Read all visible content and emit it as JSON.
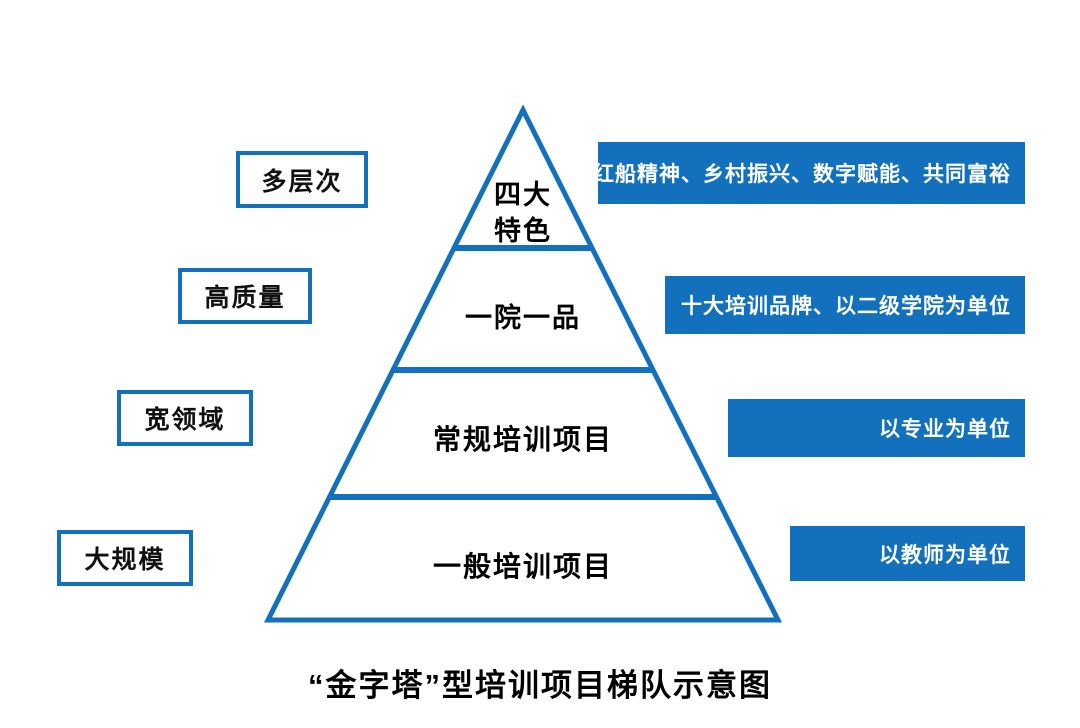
{
  "colors": {
    "accent_blue": "#1270bd",
    "pyramid_fill": "#ffffff",
    "text": "#111111",
    "blue_box_text": "#ffffff",
    "background": "#ffffff"
  },
  "diagram": {
    "title": "“金字塔”型培训项目梯队示意图",
    "pyramid_levels": [
      {
        "label": "四大特色",
        "display_lines": [
          "四大",
          "特色"
        ]
      },
      {
        "label": "一院一品"
      },
      {
        "label": "常规培训项目"
      },
      {
        "label": "一般培训项目"
      }
    ],
    "left_labels": [
      {
        "label": "多层次"
      },
      {
        "label": "高质量"
      },
      {
        "label": "宽领域"
      },
      {
        "label": "大规模"
      }
    ],
    "right_labels": [
      {
        "label": "红船精神、乡村振兴、数字赋能、共同富裕"
      },
      {
        "label": "十大培训品牌、以二级学院为单位"
      },
      {
        "label": "以专业为单位"
      },
      {
        "label": "以教师为单位"
      }
    ]
  }
}
